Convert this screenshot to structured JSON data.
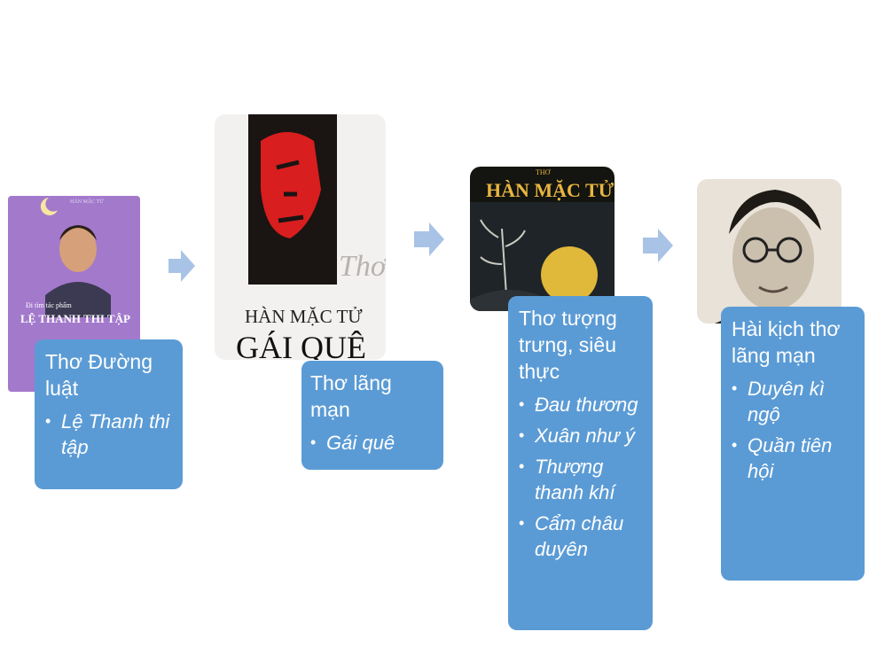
{
  "stages": [
    {
      "title": "Thơ Đường luật",
      "works": [
        "Lệ Thanh thi tập"
      ],
      "cover": {
        "author_line": "HÀN MẶC TỬ",
        "caption": "Đi tìm tác phẩm",
        "book_title": "LỆ THANH THI TẬP"
      }
    },
    {
      "title": "Thơ lãng mạn",
      "works": [
        "Gái quê"
      ],
      "cover": {
        "genre": "Thơ",
        "author": "HÀN MẶC TỬ",
        "book_title": "GÁI QUÊ"
      }
    },
    {
      "title": "Thơ tượng trưng, siêu thực",
      "works": [
        "Đau thương",
        "Xuân như ý",
        "Thượng thanh khí",
        "Cẩm châu duyên"
      ],
      "cover": {
        "genre": "THƠ",
        "author": "HÀN MẶC TỬ"
      }
    },
    {
      "title": "Hài kịch thơ lãng mạn",
      "works": [
        "Duyên kì ngộ",
        "Quần tiên hội"
      ],
      "cover": {}
    }
  ],
  "colors": {
    "box": "#5b9bd5",
    "arrow": "#a9c3e6",
    "box_text": "#ffffff"
  },
  "icons": [
    "right-arrow-icon"
  ]
}
